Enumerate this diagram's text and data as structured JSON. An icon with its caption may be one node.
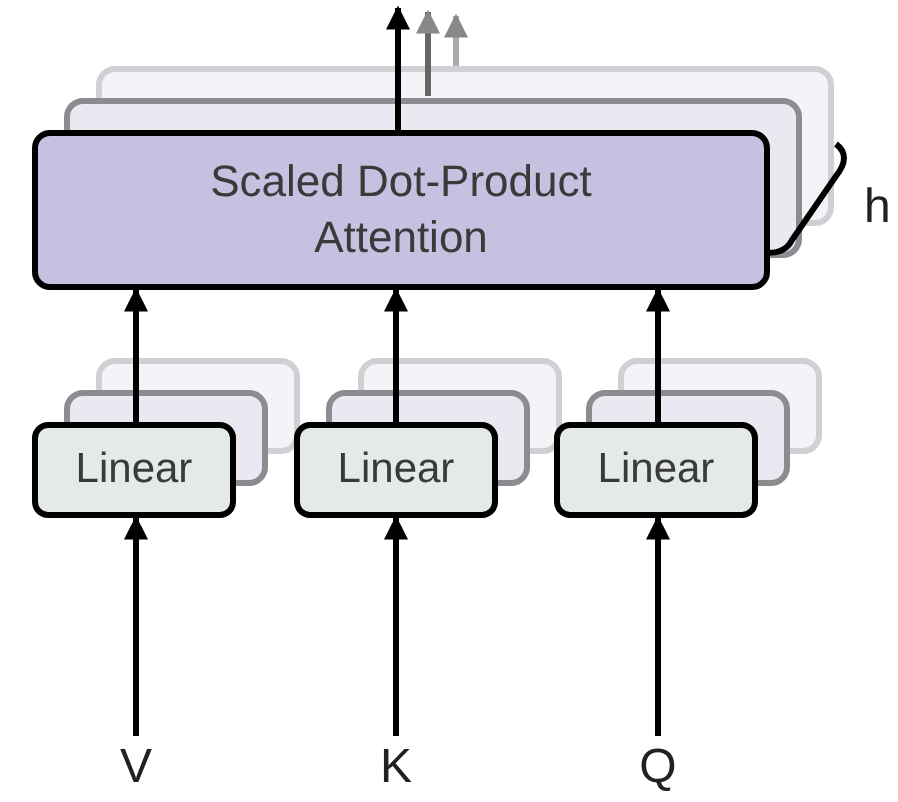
{
  "diagram": {
    "nodes": [
      {
        "text": [
          "Scaled Dot-Product Attention"
        ]
      },
      {
        "text": [
          "Linear"
        ]
      },
      {
        "text": [
          "Linear"
        ]
      },
      {
        "text": [
          "Linear"
        ]
      },
      {
        "text": [
          "V"
        ]
      },
      {
        "text": [
          "K"
        ]
      },
      {
        "text": [
          "Q"
        ]
      }
    ],
    "edges": [
      {
        "from": 4,
        "to": 1,
        "arrow": "to"
      },
      {
        "from": 5,
        "to": 2,
        "arrow": "to"
      },
      {
        "from": 6,
        "to": 3,
        "arrow": "to"
      },
      {
        "from": 1,
        "to": 0,
        "arrow": "to"
      },
      {
        "from": 2,
        "to": 0,
        "arrow": "to"
      },
      {
        "from": 3,
        "to": 0,
        "arrow": "to"
      },
      {
        "from": 0,
        "to": null,
        "arrow": "to"
      }
    ],
    "labels": [
      "h"
    ]
  }
}
